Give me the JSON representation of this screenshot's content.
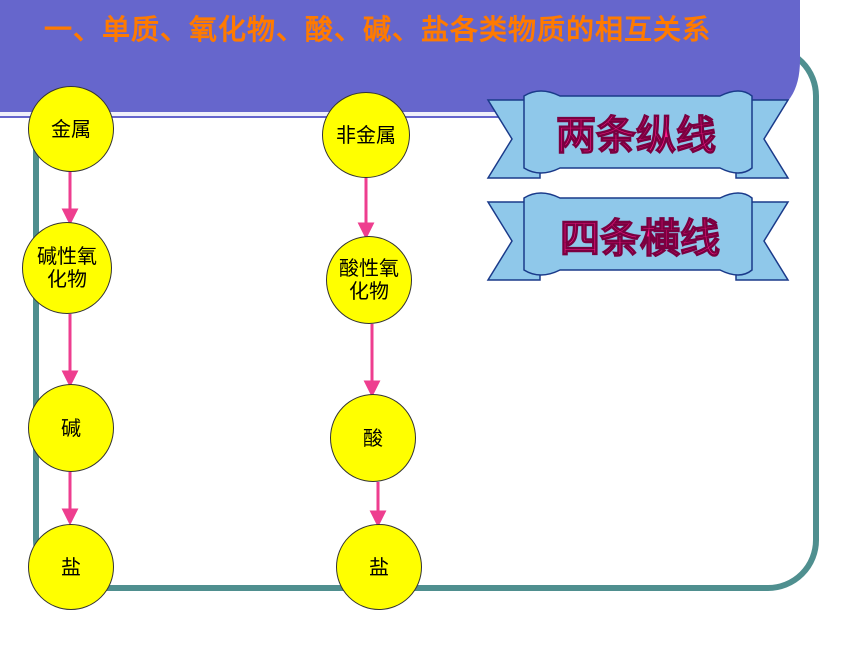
{
  "title": "一、单质、氧化物、酸、碱、盐各类物质的相互关系",
  "left_chain": [
    "金属",
    "碱性氧化物",
    "碱",
    "盐"
  ],
  "right_chain": [
    "非金属",
    "酸性氧化物",
    "酸",
    "盐"
  ],
  "ribbons": [
    "两条纵线",
    "四条横线"
  ],
  "colors": {
    "banner": "#6666cc",
    "frame": "#4f8f8f",
    "node_fill": "#ffff00",
    "arrow": "#ee3e8f",
    "title": "#ff7a00",
    "ribbon_fill": "#8fc8ea",
    "ribbon_text": "#ff1a8c"
  }
}
